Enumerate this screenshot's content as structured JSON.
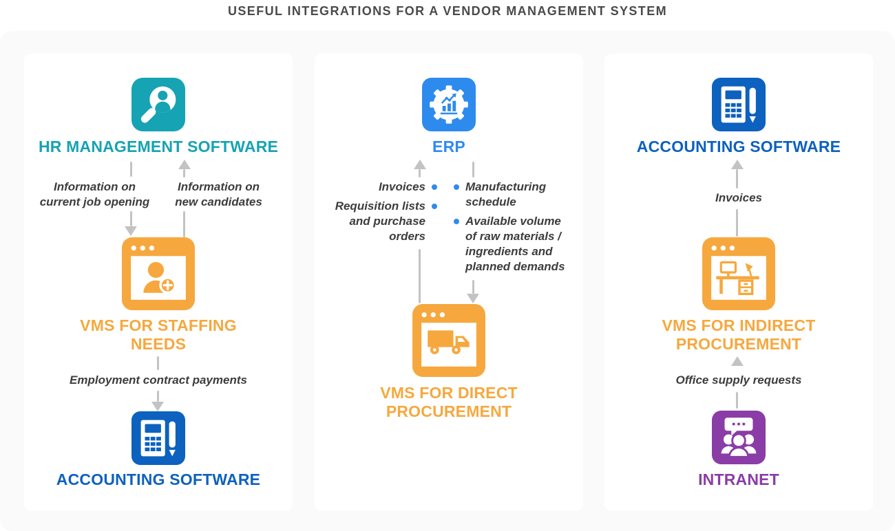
{
  "header": {
    "title": "USEFUL INTEGRATIONS FOR A VENDOR MANAGEMENT SYSTEM"
  },
  "colors": {
    "header_text": "#4a4a4a",
    "teal": "#16a3b3",
    "orange": "#f6a83e",
    "blue": "#0d61bf",
    "light_blue": "#2e8bee",
    "purple": "#8a3ca7",
    "arrow_gray": "#c3c3c3",
    "label_text": "#3d3d3d",
    "canvas_bg": "#fafafa",
    "card_bg": "#ffffff"
  },
  "col1": {
    "hr": {
      "label": "HR MANAGEMENT SOFTWARE",
      "icon": "search-person-icon"
    },
    "flow_down": {
      "label": "Information on\ncurrent job opening"
    },
    "flow_up": {
      "label": "Information on\nnew candidates"
    },
    "vms": {
      "label": "VMS FOR STAFFING\nNEEDS",
      "icon": "browser-add-person-icon"
    },
    "flow_payments": {
      "label": "Employment contract payments"
    },
    "accounting": {
      "label": "ACCOUNTING SOFTWARE",
      "icon": "calculator-pen-icon"
    }
  },
  "col2": {
    "erp": {
      "label": "ERP",
      "icon": "gear-chart-icon"
    },
    "to_erp": {
      "items": [
        "Invoices",
        "Requisition lists\nand purchase\norders"
      ]
    },
    "from_erp": {
      "items": [
        "Manufacturing\nschedule",
        "Available volume\nof raw materials /\ningredients and\nplanned demands"
      ]
    },
    "vms": {
      "label": "VMS FOR DIRECT\nPROCUREMENT",
      "icon": "browser-truck-icon"
    }
  },
  "col3": {
    "accounting": {
      "label": "ACCOUNTING SOFTWARE",
      "icon": "calculator-pen-icon"
    },
    "flow_invoices": {
      "label": "Invoices"
    },
    "vms": {
      "label": "VMS FOR INDIRECT\nPROCUREMENT",
      "icon": "browser-desk-icon"
    },
    "flow_supplies": {
      "label": "Office supply requests"
    },
    "intranet": {
      "label": "INTRANET",
      "icon": "people-chat-icon"
    }
  }
}
